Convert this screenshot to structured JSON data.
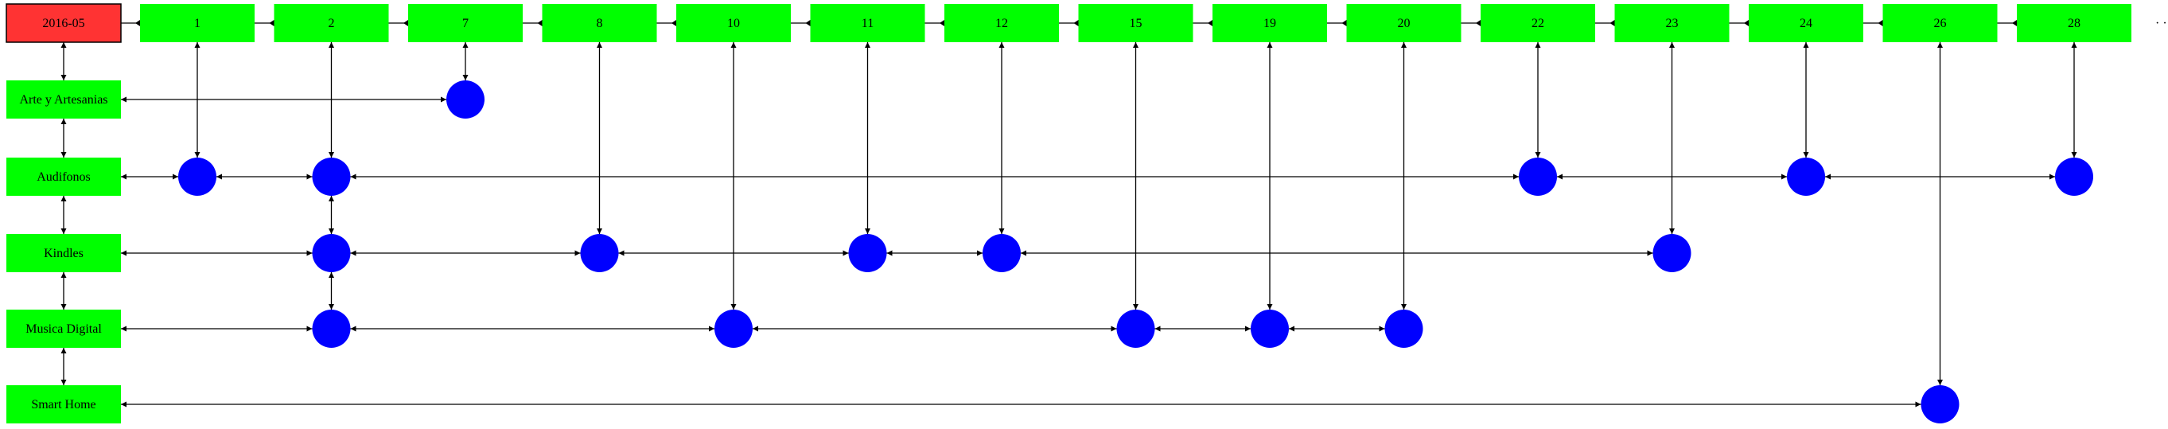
{
  "header": {
    "label": "2016-05",
    "color": "#ff3333"
  },
  "days": [
    "1",
    "2",
    "7",
    "8",
    "10",
    "11",
    "12",
    "15",
    "19",
    "20",
    "22",
    "23",
    "24",
    "26",
    "28"
  ],
  "categories": [
    "Arte y Artesanias",
    "Audifonos",
    "Kindles",
    "Musica Digital",
    "Smart Home"
  ],
  "dots": {
    "Arte y Artesanias": [
      "7"
    ],
    "Audifonos": [
      "1",
      "2",
      "22",
      "24",
      "28"
    ],
    "Kindles": [
      "2",
      "8",
      "11",
      "12",
      "23"
    ],
    "Musica Digital": [
      "2",
      "10",
      "15",
      "19",
      "20"
    ],
    "Smart Home": [
      "26"
    ]
  },
  "trailing_mark": "· ·",
  "colors": {
    "box": "#00ff00",
    "dot": "#0000ff",
    "line": "#000000"
  }
}
